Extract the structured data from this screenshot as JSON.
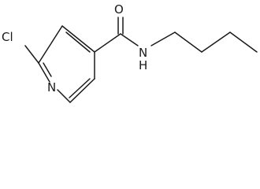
{
  "molecule": {
    "atoms": {
      "chlorine": "Cl",
      "ring_nitrogen": "N",
      "carbonyl_oxygen": "O",
      "amide_nitrogen": "N",
      "amide_hydrogen": "H"
    }
  }
}
